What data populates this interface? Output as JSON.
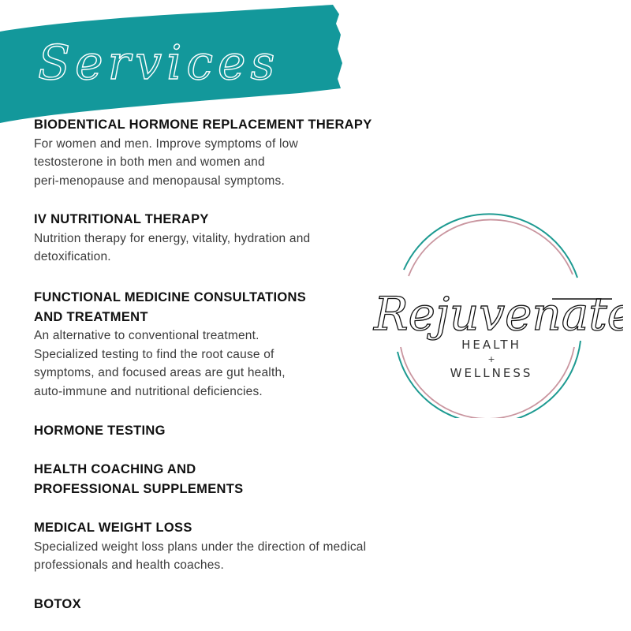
{
  "header": {
    "title": "Services",
    "banner_color": "#13989b"
  },
  "logo": {
    "script": "Rejuvenate",
    "line1": "HEALTH",
    "plus": "+",
    "line2": "WELLNESS",
    "ring_colors": [
      "#1d9a91",
      "#c9959f"
    ]
  },
  "services": [
    {
      "title": [
        "BIODENTICAL HORMONE REPLACEMENT THERAPY"
      ],
      "desc": [
        "For women and men. Improve symptoms of low",
        "testosterone in both men and women and",
        "peri-menopause and menopausal symptoms."
      ]
    },
    {
      "title": [
        "IV NUTRITIONAL THERAPY"
      ],
      "desc": [
        "Nutrition therapy for energy, vitality, hydration and",
        "detoxification."
      ]
    },
    {
      "title": [
        "FUNCTIONAL MEDICINE CONSULTATIONS",
        "AND TREATMENT"
      ],
      "desc": [
        "An alternative to conventional treatment.",
        "Specialized testing to find the root cause of",
        "symptoms, and focused areas are gut health,",
        "auto-immune and nutritional deficiencies."
      ]
    },
    {
      "title": [
        "HORMONE TESTING"
      ],
      "desc": []
    },
    {
      "title": [
        "HEALTH COACHING AND",
        "PROFESSIONAL SUPPLEMENTS"
      ],
      "desc": []
    },
    {
      "title": [
        "MEDICAL WEIGHT LOSS"
      ],
      "desc": [
        "Specialized weight loss plans under the direction of medical",
        "professionals and health coaches."
      ]
    },
    {
      "title": [
        "BOTOX"
      ],
      "desc": []
    }
  ]
}
